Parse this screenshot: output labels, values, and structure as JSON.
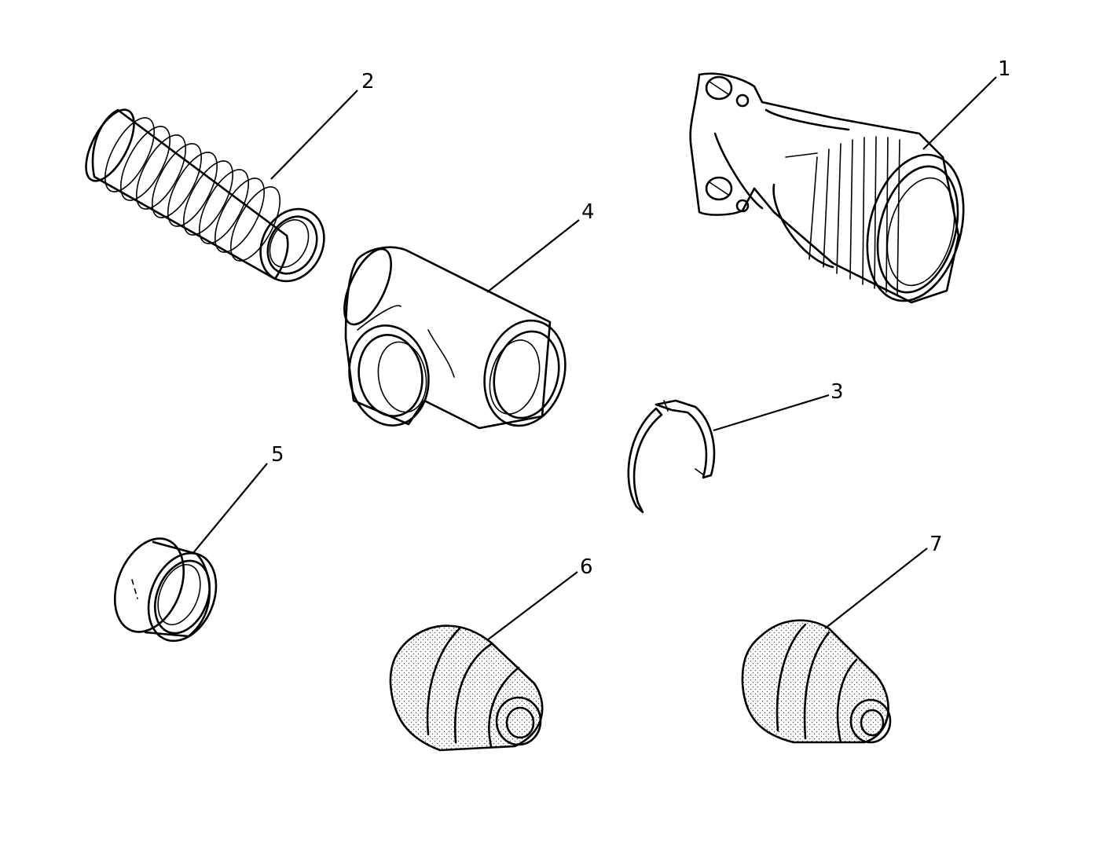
{
  "figure": {
    "background": "#ffffff",
    "ink": "#000000",
    "parts": [
      {
        "id": "connector",
        "label": "1"
      },
      {
        "id": "conduit",
        "label": "2"
      },
      {
        "id": "clamp",
        "label": "3"
      },
      {
        "id": "tee",
        "label": "4"
      },
      {
        "id": "ferrule",
        "label": "5"
      },
      {
        "id": "boot-large",
        "label": "6"
      },
      {
        "id": "boot-small",
        "label": "7"
      }
    ]
  }
}
